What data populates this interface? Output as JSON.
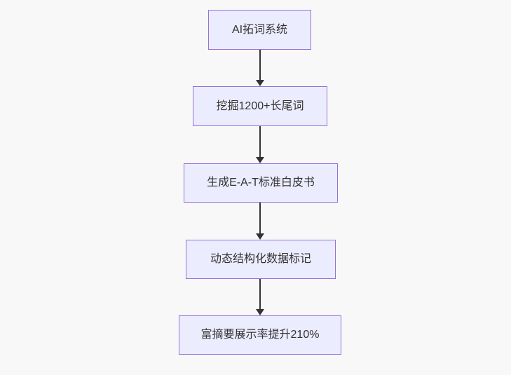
{
  "diagram": {
    "type": "flowchart",
    "direction": "top-down",
    "nodes": [
      {
        "id": "A",
        "label": "AI拓词系统"
      },
      {
        "id": "B",
        "label": "挖掘1200+长尾词"
      },
      {
        "id": "C",
        "label": "生成E-A-T标准白皮书"
      },
      {
        "id": "D",
        "label": "动态结构化数据标记"
      },
      {
        "id": "E",
        "label": "富摘要展示率提升210%"
      }
    ],
    "edges": [
      {
        "from": "A",
        "to": "B",
        "style": "arrow-down"
      },
      {
        "from": "B",
        "to": "C",
        "style": "arrow-down"
      },
      {
        "from": "C",
        "to": "D",
        "style": "arrow-down"
      },
      {
        "from": "D",
        "to": "E",
        "style": "arrow-down"
      }
    ],
    "colors": {
      "background": "#f8f8f8",
      "node_fill": "#ECECFF",
      "node_border": "#9370DB",
      "arrow": "#333333",
      "text": "#333333"
    }
  }
}
